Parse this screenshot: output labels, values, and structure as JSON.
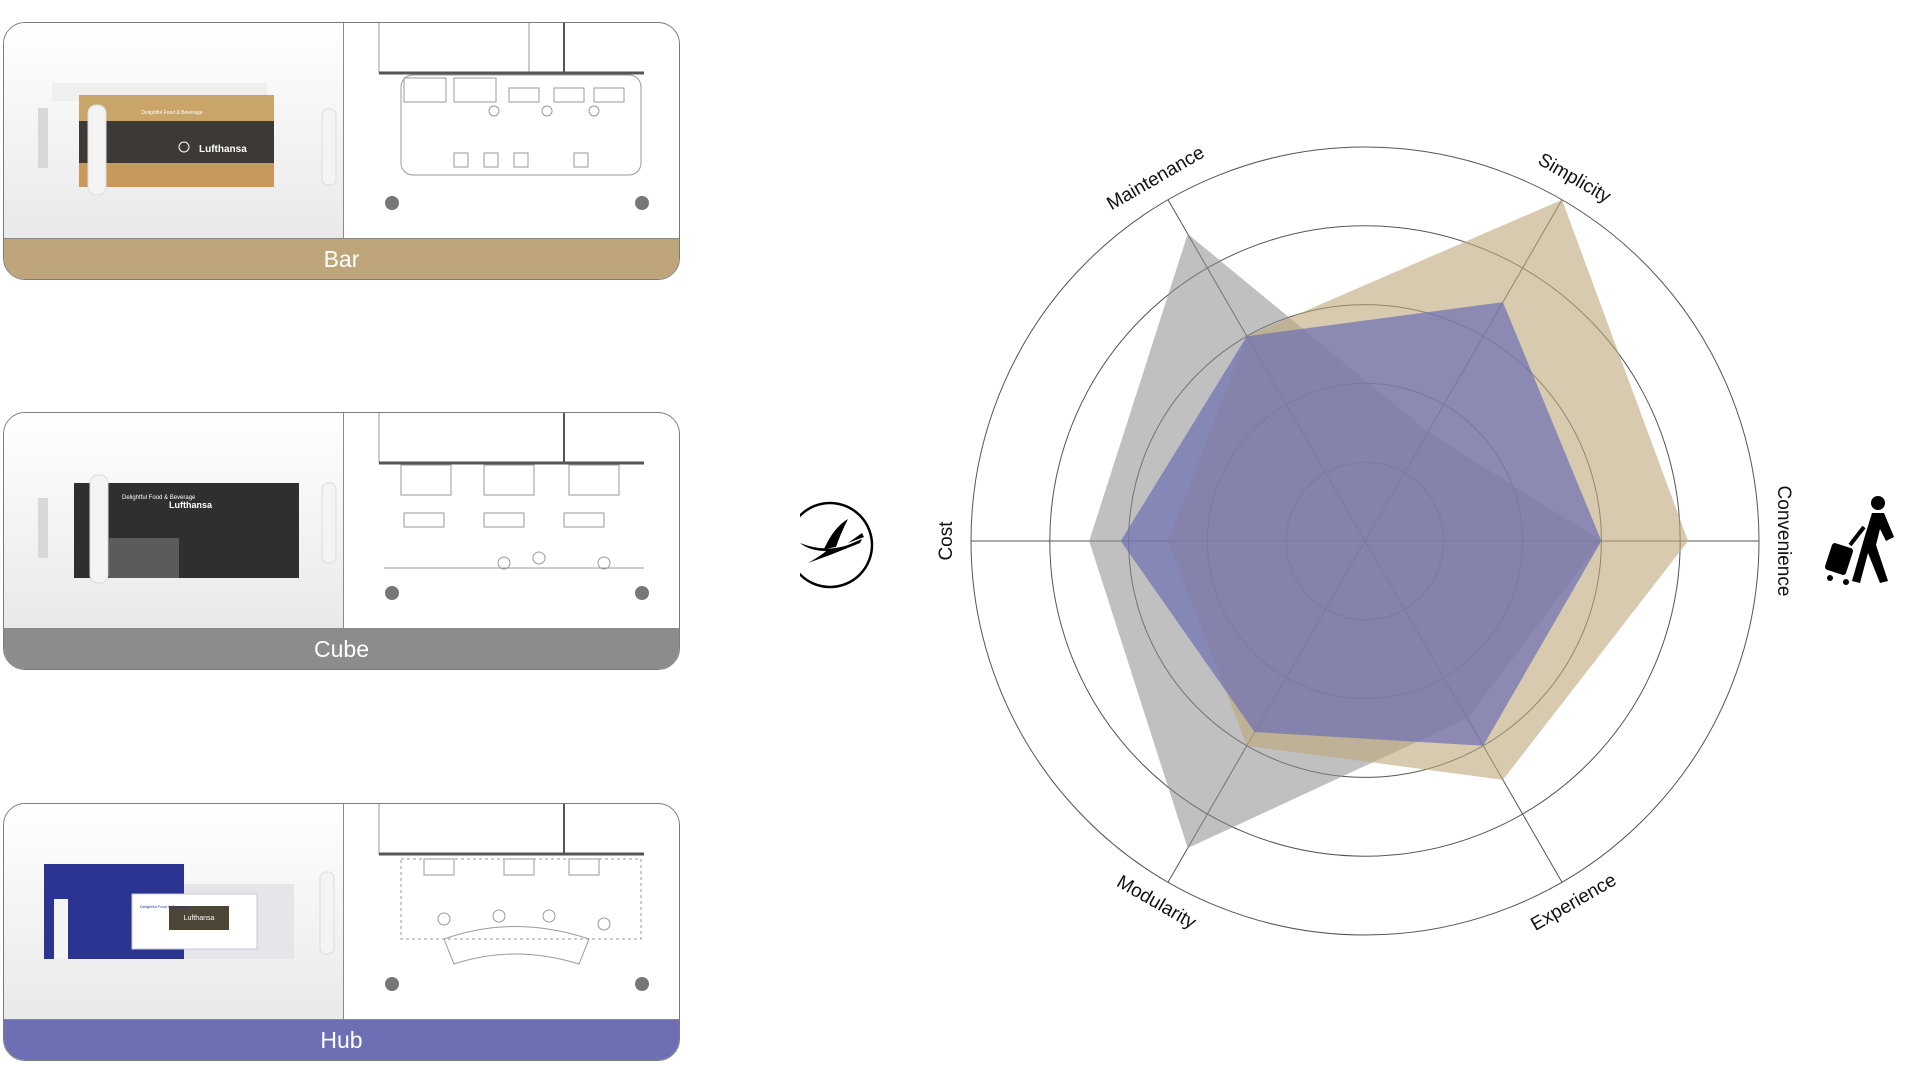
{
  "cards": [
    {
      "label": "Bar",
      "color": "#bea67a",
      "logo_text": "Lufthansa",
      "sub_text": "Delightful Food & Beverage"
    },
    {
      "label": "Cube",
      "color": "#8c8c8c",
      "logo_text": "Lufthansa",
      "sub_text": "Delightful Food & Beverage"
    },
    {
      "label": "Hub",
      "color": "#6c6fb4",
      "logo_text": "Lufthansa",
      "sub_text": "Delightful Food & Beverage"
    }
  ],
  "icons": {
    "left": "lufthansa-crane-logo-icon",
    "right": "traveler-with-luggage-icon"
  },
  "chart_data": {
    "type": "radar",
    "axes": [
      "Convenience",
      "Simplicity",
      "Maintenance",
      "Cost",
      "Modularity",
      "Experience"
    ],
    "rlim": [
      0,
      5
    ],
    "rings": [
      1,
      2,
      3,
      4,
      5
    ],
    "series": [
      {
        "color": "#8c8c8c",
        "opacity": 0.55,
        "values": [
          3.0,
          1.6,
          4.5,
          3.5,
          4.5,
          2.6
        ]
      },
      {
        "color": "#bea67a",
        "opacity": 0.6,
        "values": [
          4.1,
          5.0,
          3.0,
          2.5,
          3.0,
          3.5
        ]
      },
      {
        "color": "#6c6fb4",
        "opacity": 0.7,
        "values": [
          3.0,
          3.5,
          3.0,
          3.1,
          2.8,
          3.0
        ]
      }
    ]
  }
}
